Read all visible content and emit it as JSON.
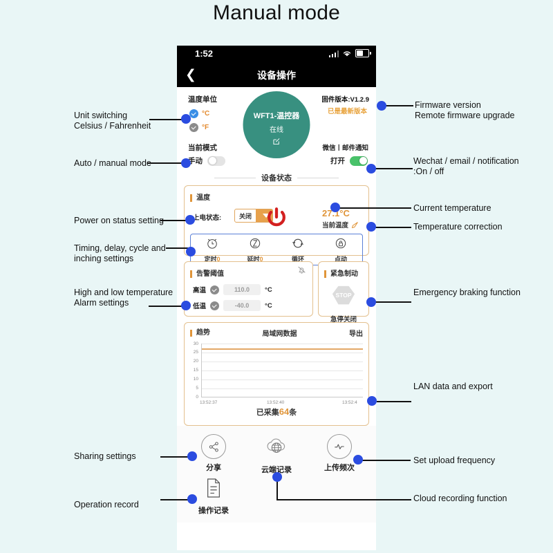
{
  "page": {
    "title": "Manual mode"
  },
  "phone": {
    "statusbar": {
      "time": "1:52",
      "signal_icon": "signal-bars-icon",
      "wifi_icon": "wifi-icon",
      "battery_icon": "battery-icon"
    },
    "navbar": {
      "back_icon": "back-chevron-icon",
      "title": "设备操作"
    },
    "unit": {
      "label": "温度单位",
      "options": [
        {
          "label": "°C",
          "checked": true
        },
        {
          "label": "°F",
          "checked": false
        }
      ]
    },
    "mode": {
      "label": "当前模式",
      "value": "手动",
      "toggle_on": false
    },
    "device": {
      "name": "WFT1-温控器",
      "status": "在线",
      "edit_icon": "edit-square-icon"
    },
    "firmware": {
      "version": "固件版本:V1.2.9",
      "status": "已是最新版本"
    },
    "notification": {
      "label": "微信丨邮件通知",
      "value": "打开",
      "toggle_on": true
    },
    "section_title": "设备状态",
    "temperature_card": {
      "title": "温度",
      "power_state_label": "上电状态:",
      "power_state_value": "关闭",
      "power_icon": "power-button-icon",
      "current_value": "27.1°C",
      "current_label": "当前温度",
      "correction_icon": "pencil-edit-icon",
      "quick": [
        {
          "icon": "alarm-clock-icon",
          "label": "定时",
          "value": "0"
        },
        {
          "icon": "hourglass-icon",
          "label": "延时",
          "value": "0"
        },
        {
          "icon": "cycle-refresh-icon",
          "label": "循环",
          "value": ""
        },
        {
          "icon": "lock-icon",
          "label": "点动",
          "value": ""
        }
      ]
    },
    "alarm_card": {
      "title": "告警阈值",
      "mute_icon": "bell-muted-icon",
      "rows": [
        {
          "label": "高温",
          "checked": true,
          "value": "110.0",
          "unit": "°C"
        },
        {
          "label": "低温",
          "checked": true,
          "value": "-40.0",
          "unit": "°C"
        }
      ]
    },
    "brake_card": {
      "title": "紧急制动",
      "icon": "stop-sign-icon",
      "icon_text": "STOP",
      "label": "急停关闭"
    },
    "chart_card": {
      "title": "趋势",
      "center_title": "局域网数据",
      "export": "导出",
      "collected_prefix": "已采集",
      "collected_count": "64",
      "collected_suffix": "条"
    },
    "bottom": [
      {
        "icon": "share-nodes-icon",
        "label": "分享"
      },
      {
        "icon": "cloud-globe-icon",
        "label": "云端记录"
      },
      {
        "icon": "waveform-circle-icon",
        "label": "上传频次"
      },
      {
        "icon": "document-lines-icon",
        "label": "操作记录"
      }
    ]
  },
  "chart_data": {
    "type": "line",
    "title": "局域网数据",
    "xlabel": "",
    "ylabel": "",
    "ylim": [
      0,
      30
    ],
    "yticks": [
      30,
      25,
      20,
      15,
      10,
      5,
      0
    ],
    "xticks": [
      "13:52:37",
      "13:52:40",
      "13:52:4"
    ],
    "grid": true,
    "legend": "none",
    "series": [
      {
        "name": "温度",
        "color": "#e3a867",
        "x": [
          "13:52:37",
          "13:52:40",
          "13:52:4"
        ],
        "values": [
          27.1,
          27.1,
          27.1
        ]
      }
    ]
  },
  "annotations": {
    "left": [
      {
        "id": "unit-switching",
        "text": "Unit switching\nCelsius / Fahrenheit"
      },
      {
        "id": "auto-manual-mode",
        "text": "Auto / manual mode"
      },
      {
        "id": "power-on-status-setting",
        "text": "Power on status setting"
      },
      {
        "id": "timing-delay-cycle",
        "text": "Timing, delay, cycle and\ninching settings"
      },
      {
        "id": "alarm-settings",
        "text": "High and low temperature\nAlarm settings"
      },
      {
        "id": "sharing-settings",
        "text": "Sharing settings"
      },
      {
        "id": "operation-record",
        "text": "Operation record"
      }
    ],
    "right": [
      {
        "id": "firmware",
        "text": "Firmware version\nRemote firmware upgrade"
      },
      {
        "id": "wechat-email",
        "text": "Wechat / email / notification\n:On / off"
      },
      {
        "id": "current-temperature",
        "text": "Current temperature"
      },
      {
        "id": "temperature-correction",
        "text": "Temperature correction"
      },
      {
        "id": "emergency-braking",
        "text": "Emergency braking function"
      },
      {
        "id": "lan-data-export",
        "text": "LAN data and export"
      },
      {
        "id": "set-upload-frequency",
        "text": "Set upload frequency"
      },
      {
        "id": "cloud-recording",
        "text": "Cloud recording function"
      }
    ]
  },
  "colors": {
    "accent_orange": "#e0953a",
    "brand_green": "#389080",
    "dot_blue": "#2b4ce0",
    "bg": "#e8f6f6"
  }
}
